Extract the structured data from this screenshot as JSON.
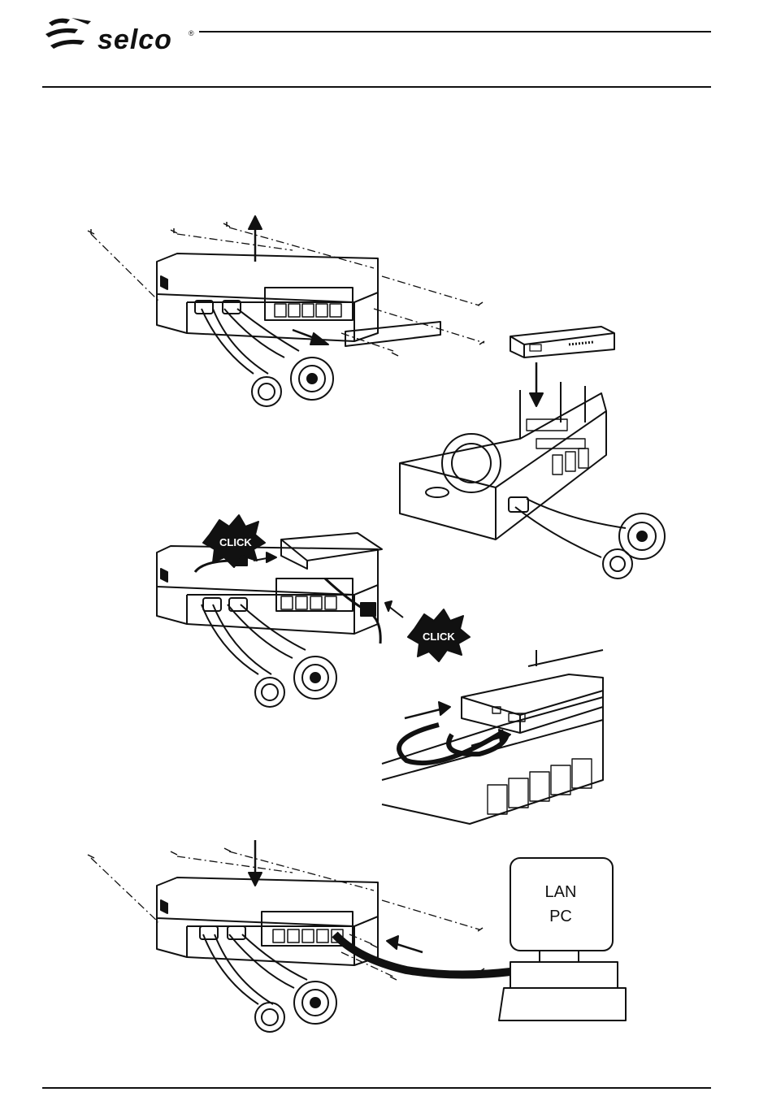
{
  "header": {
    "logo_text": "selco",
    "logo_mark": "®"
  },
  "figure": {
    "click_label_1": "CLICK",
    "click_label_2": "CLICK",
    "monitor_line_1": "LAN",
    "monitor_line_2": "PC"
  }
}
